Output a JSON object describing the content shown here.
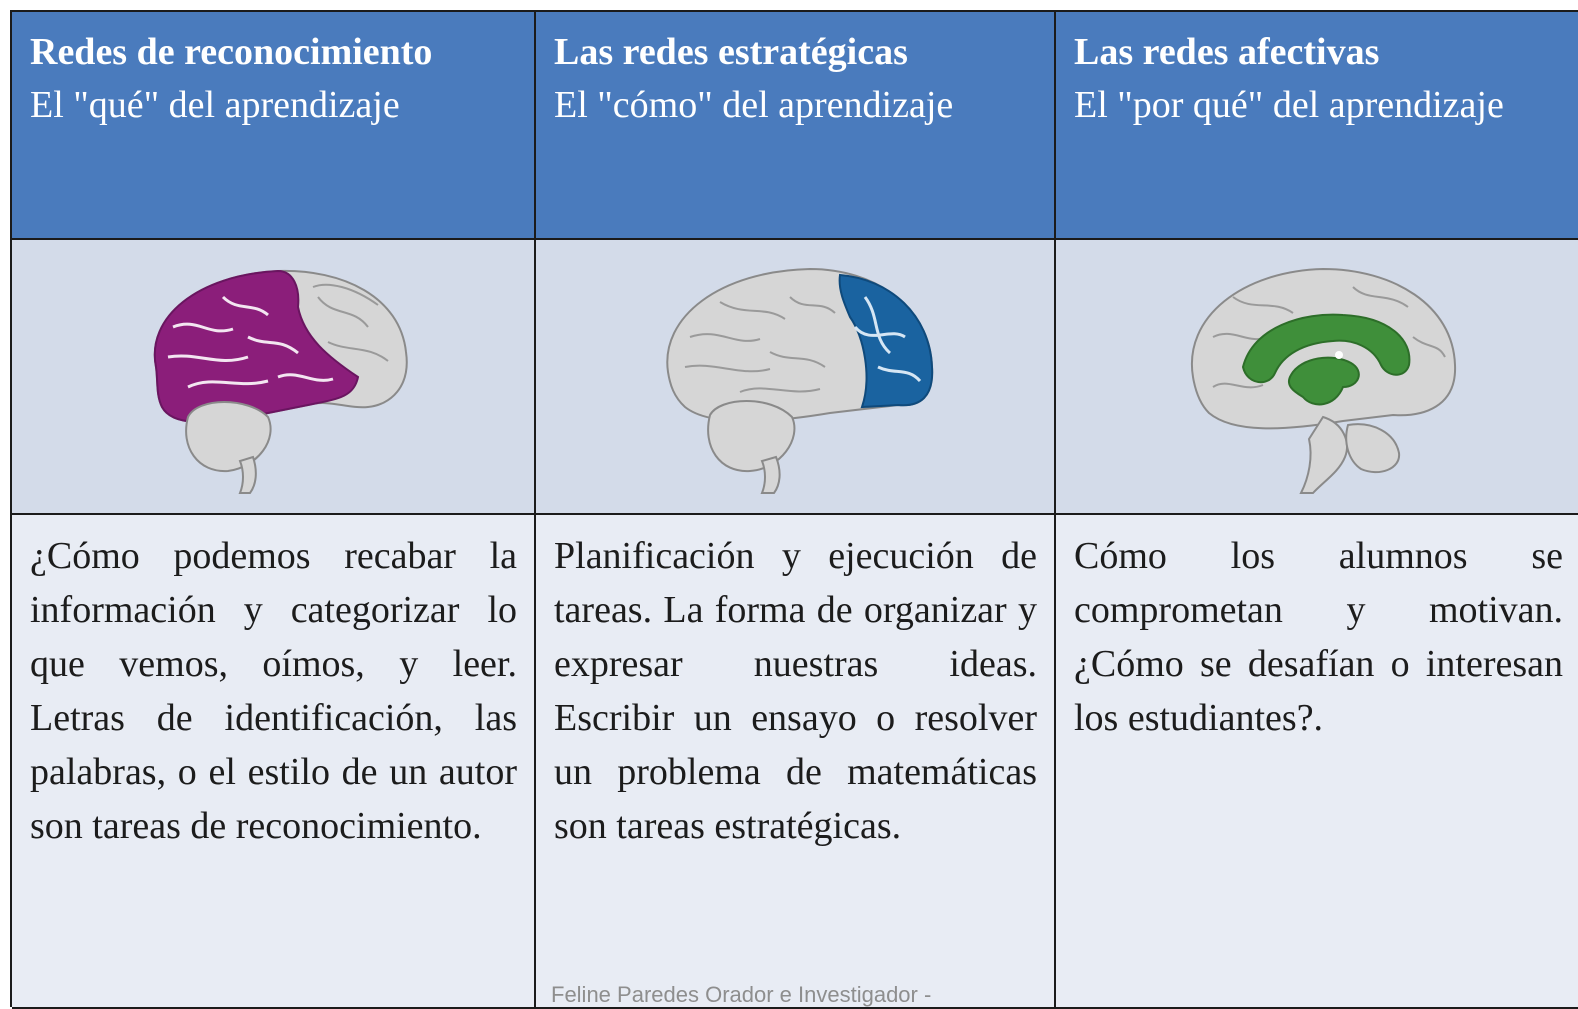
{
  "columns": [
    {
      "title": "Redes de reconocimiento",
      "subtitle": "El \"qué\" del aprendizaje",
      "image": {
        "icon": "brain-lateral-icon",
        "highlight_region": "posterior cortex",
        "highlight_color": "#8b1e7a"
      },
      "body": "¿Cómo podemos recabar la información y categorizar lo que vemos, oímos, y leer. Letras de identificación, las palabras, o el estilo de un autor son tareas de reconocimiento."
    },
    {
      "title": "Las redes estratégicas",
      "subtitle": "El \"cómo\" del aprendizaje",
      "image": {
        "icon": "brain-lateral-icon",
        "highlight_region": "frontal cortex",
        "highlight_color": "#1a63a0"
      },
      "body": "Planificación y ejecución de tareas. La forma de organizar y expresar nuestras ideas. Escribir un ensayo o resolver un problema de matemáticas son tareas estratégicas."
    },
    {
      "title": "Las redes afectivas",
      "subtitle": "El \"por qué\" del aprendizaje",
      "image": {
        "icon": "brain-medial-icon",
        "highlight_region": "limbic system",
        "highlight_color": "#3f8f3a"
      },
      "body": "Cómo los alumnos se comprometan y motivan. ¿Cómo se desafían o interesan los estudiantes?."
    }
  ],
  "footer": {
    "text": "Feline Paredes Orador e Investigador -"
  },
  "colors": {
    "header_bg": "#4a7bbd",
    "image_row_bg": "#d3dbe9",
    "body_bg": "#e8ecf4",
    "border": "#1b1b1b"
  }
}
